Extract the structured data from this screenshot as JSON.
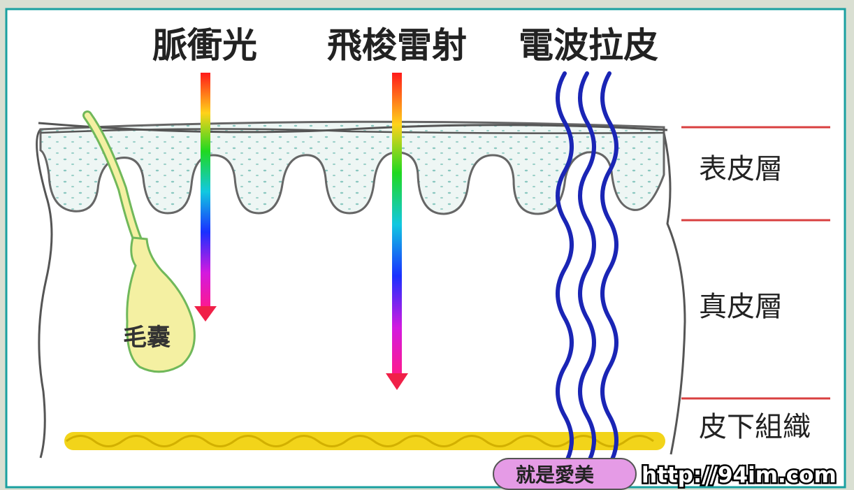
{
  "treatments": {
    "ipl": "脈衝光",
    "fraxel": "飛梭雷射",
    "rf": "電波拉皮"
  },
  "layers": {
    "epidermis": "表皮層",
    "dermis": "真皮層",
    "subcutis": "皮下組織"
  },
  "follicle_label": "毛囊",
  "watermark": {
    "site_name": "就是愛美",
    "url": "http://94im.com"
  },
  "colors": {
    "frame": "#1aa0a0",
    "layer_line": "#d94040",
    "wave": "#1a25b5",
    "fat": "#f2d41a",
    "follicle_fill": "#f4f0a2",
    "follicle_stroke": "#70b85a",
    "watermark_pill": "#e59be6"
  }
}
